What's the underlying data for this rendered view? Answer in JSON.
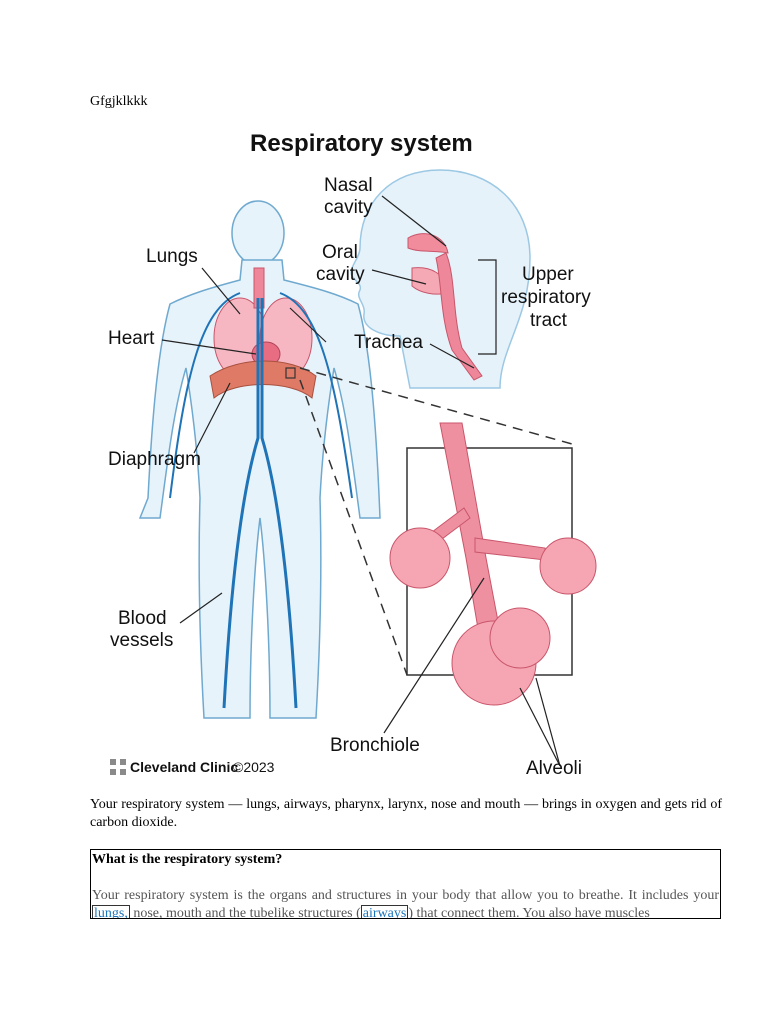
{
  "doc": {
    "heading": "Gfgjklkkk",
    "caption": "Your respiratory system — lungs, airways, pharynx, larynx, nose and mouth — brings in oxygen and gets rid of carbon dioxide.",
    "box": {
      "title": "What is the respiratory system?",
      "text_a": "Your respiratory system is the organs and structures in your body that allow you to breathe. It includes your ",
      "link_lungs": "lungs,",
      "text_b": " nose, mouth and the tubelike structures (",
      "link_airways": "airways",
      "text_c": ") that connect them. You also have muscles"
    }
  },
  "figure": {
    "title": "Respiratory system",
    "labels": {
      "nasal_1": "Nasal",
      "nasal_2": "cavity",
      "lungs": "Lungs",
      "oral_1": "Oral",
      "oral_2": "cavity",
      "upper_1": "Upper",
      "upper_2": "respiratory",
      "upper_3": "tract",
      "heart": "Heart",
      "trachea": "Trachea",
      "diaphragm": "Diaphragm",
      "blood_1": "Blood",
      "blood_2": "vessels",
      "bronchiole": "Bronchiole",
      "alveoli": "Alveoli"
    },
    "credit": "Cleveland Clinic",
    "copyright": "©2023"
  },
  "colors": {
    "body_fill": "#e7f3fb",
    "body_stroke": "#6fa9cf",
    "vessel": "#1f73b7",
    "tissue": "#f08c9c",
    "tissue_dark": "#c9566b"
  }
}
